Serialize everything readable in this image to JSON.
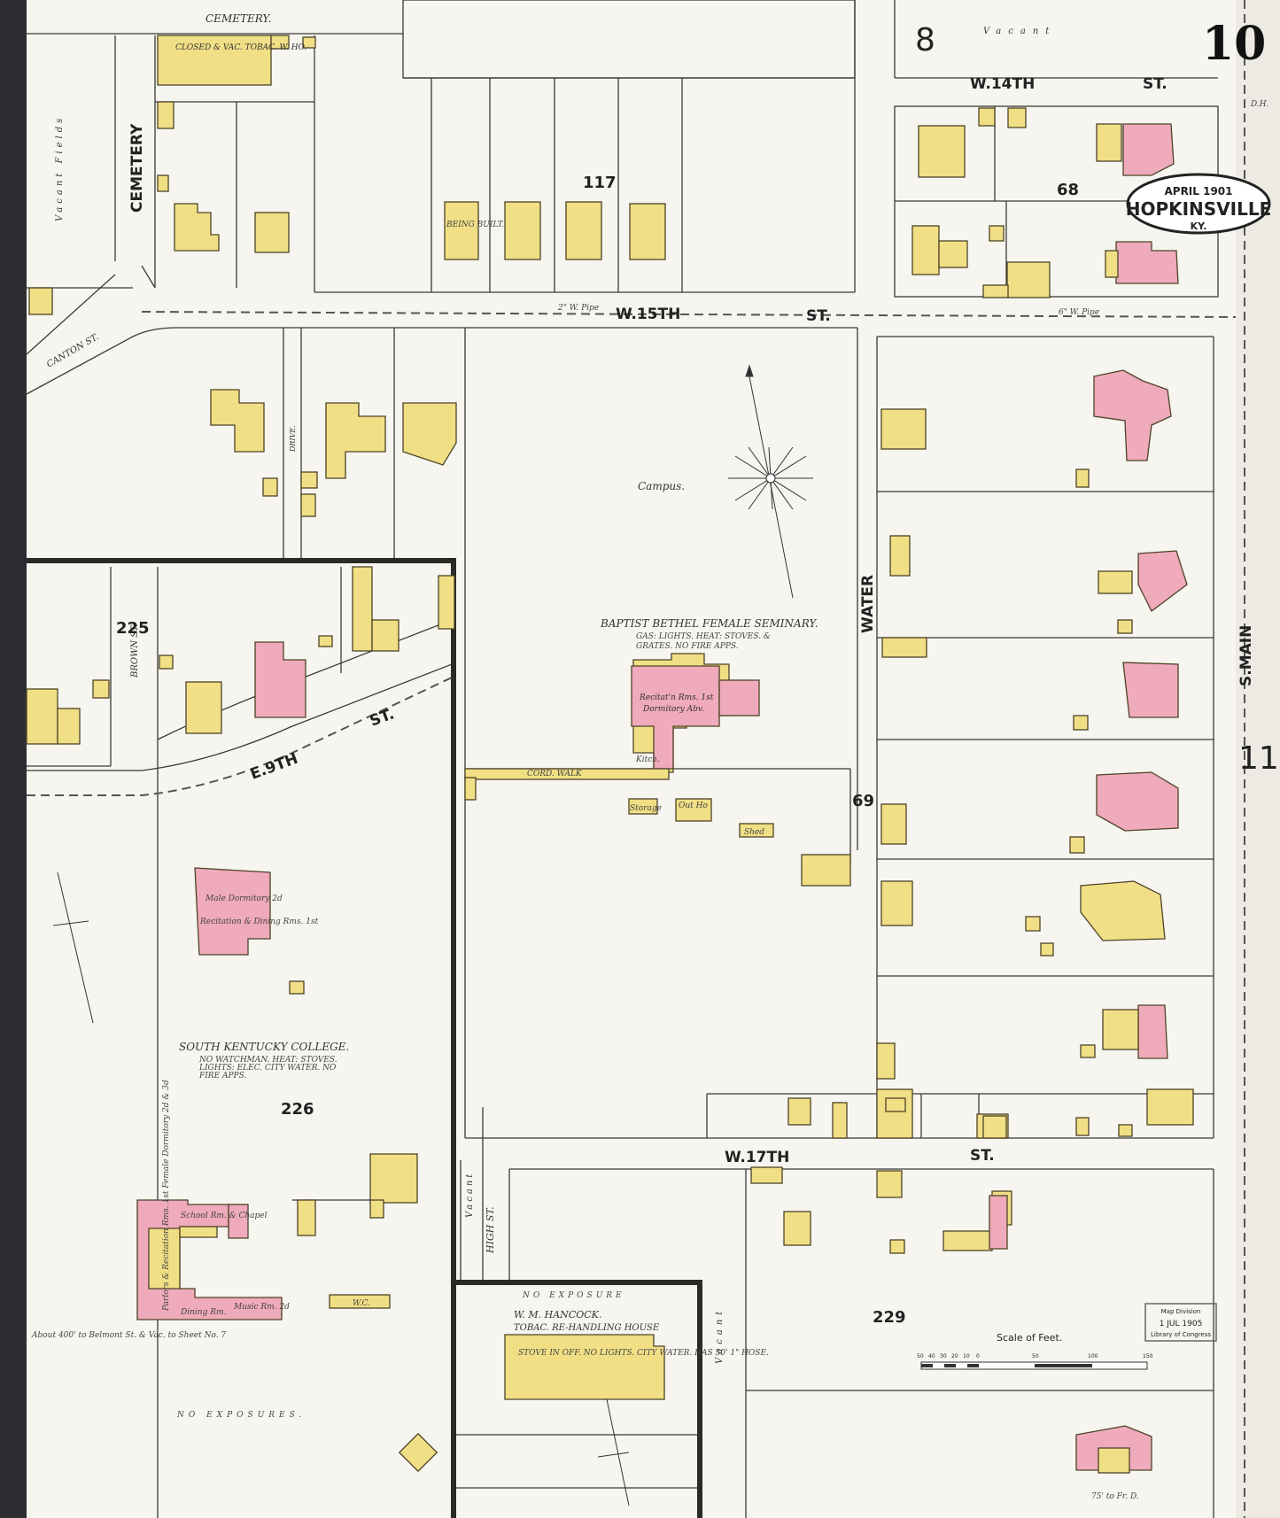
{
  "title": {
    "date": "APRIL 1901",
    "city": "HOPKINSVILLE",
    "state": "KY."
  },
  "sheet_number": "10",
  "adjacent_sheets": {
    "north": "8",
    "east": "11"
  },
  "streets": {
    "w14": "W.14TH",
    "w14_st": "ST.",
    "w15": "W.15TH",
    "w15_st": "ST.",
    "w17": "W.17TH",
    "w17_st": "ST.",
    "e9": "E.9TH",
    "e9_st": "ST.",
    "cemetery": "CEMETERY",
    "water": "WATER",
    "s_main": "S.MAIN",
    "canton": "CANTON ST.",
    "brown": "BROWN ST.",
    "high": "HIGH ST.",
    "drive": "DRIVE."
  },
  "blocks": [
    "117",
    "68",
    "225",
    "69",
    "226",
    "229"
  ],
  "labels": {
    "cemetery_top": "CEMETERY.",
    "vacant_fields": "Vacant Fields",
    "vacant_top": "Vacant",
    "vacant_high": "Vacant",
    "vacant_right": "Vacant",
    "campus": "Campus.",
    "closed_whse": "CLOSED & VAC. TOBAC. W. HO.",
    "being_built": "BEING BUILT.",
    "seminary": "BAPTIST BETHEL FEMALE SEMINARY.",
    "seminary_note1": "GAS: LIGHTS. HEAT: STOVES. &",
    "seminary_note2": "GRATES. NO FIRE APPS.",
    "recitation": "Recitat'n Rms. 1st",
    "dormitory": "Dormitory Abv.",
    "kitch": "Kitch.",
    "cord_walk": "CORD. WALK",
    "storage": "Storage",
    "out_ho": "Out Ho",
    "shed": "Shed",
    "college": "SOUTH KENTUCKY COLLEGE.",
    "college_note1": "NO WATCHMAN. HEAT: STOVES.",
    "college_note2": "LIGHTS: ELEC. CITY WATER. NO",
    "college_note3": "FIRE APPS.",
    "male_dorm": "Male Dormitory 2d",
    "recit_dining": "Recitation & Dining Rms. 1st",
    "school_chapel": "School Rm. & Chapel",
    "dining": "Dining Rm.",
    "music": "Music Rm. 2d",
    "parlors": "Parlors & Recitation Rms. 1st Female Dormitory 2d & 3d",
    "wc": "W.C.",
    "about": "About 400' to Belmont St. & Vac. to Sheet No. 7",
    "hancock1": "W. M. HANCOCK.",
    "hancock2": "TOBAC. RE-HANDLING HOUSE",
    "hancock_note": "STOVE IN OFF. NO LIGHTS. CITY WATER. HAS 50' 1\" HOSE.",
    "no_exposures": "NO EXPOSURES.",
    "no_exposure": "NO EXPOSURE",
    "pipe_2": "2\" W. Pipe",
    "pipe_6": "6\" W. Pipe",
    "dh": "D.H.",
    "to_fr": "75' to Fr. D."
  },
  "scale": {
    "title": "Scale of Feet.",
    "ticks": [
      "50",
      "40",
      "30",
      "20",
      "10",
      "0",
      "50",
      "100",
      "150"
    ]
  },
  "stamp": {
    "line1": "Map Division",
    "line2": "1 JUL 1905",
    "line3": "Library of Congress"
  },
  "colors": {
    "brick": "#efaabb",
    "frame": "#f1df86",
    "paper": "#f6f5ef"
  }
}
